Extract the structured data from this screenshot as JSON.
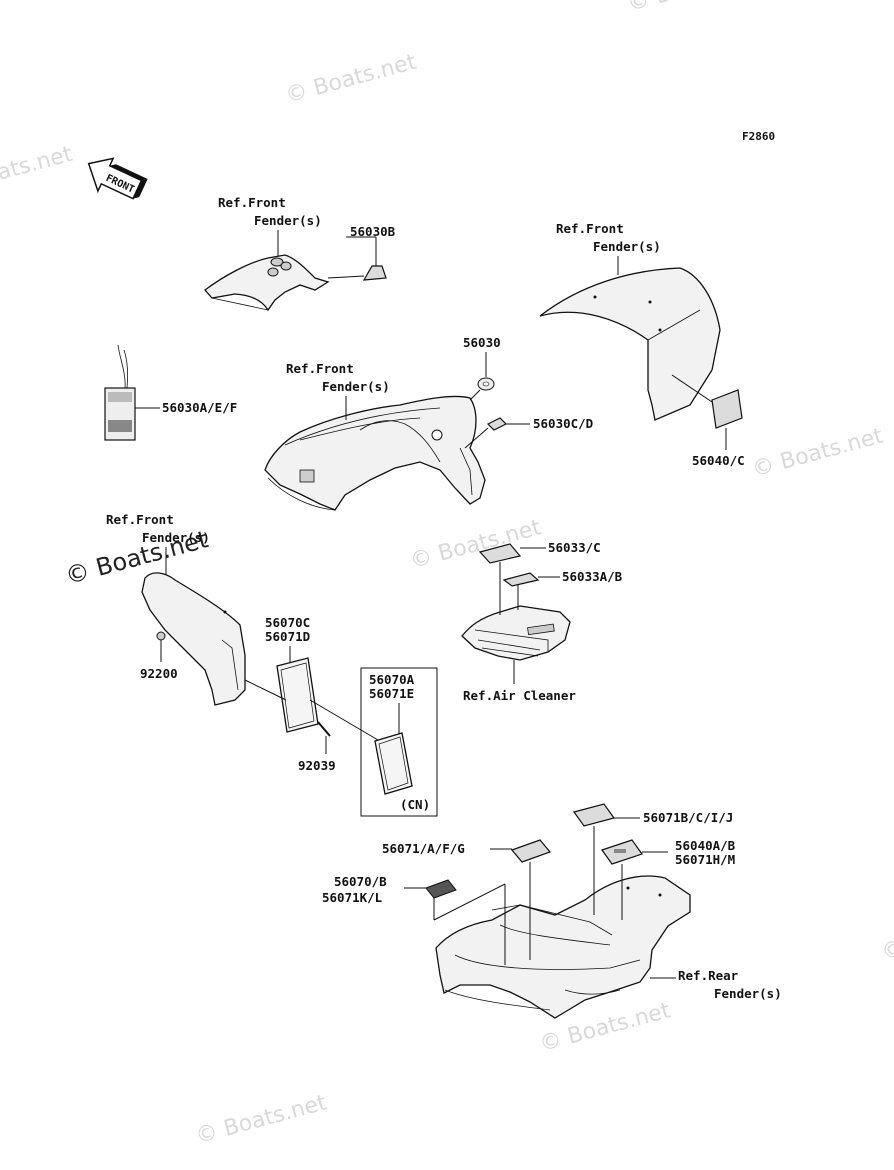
{
  "figure_code": "F2860",
  "front_arrow_label": "FRONT",
  "watermark_text": "© Boats.net",
  "labels": {
    "ref_front_fender_1": [
      "Ref.Front",
      "Fender(s)"
    ],
    "ref_front_fender_2": [
      "Ref.Front",
      "Fender(s)"
    ],
    "ref_front_fender_3": [
      "Ref.Front",
      "Fender(s)"
    ],
    "ref_front_fender_4": [
      "Ref.Front",
      "Fender(s)"
    ],
    "ref_air_cleaner": "Ref.Air Cleaner",
    "ref_rear_fender": [
      "Ref.Rear",
      "Fender(s)"
    ],
    "p56030B": "56030B",
    "p56030": "56030",
    "p56030AEF": "56030A/E/F",
    "p56030CD": "56030C/D",
    "p56040C": "56040/C",
    "p56033C": "56033/C",
    "p56033AB": "56033A/B",
    "p56070C_56071D": [
      "56070C",
      "56071D"
    ],
    "p56070A_56071E": [
      "56070A",
      "56071E"
    ],
    "cn": "(CN)",
    "p92200": "92200",
    "p92039": "92039",
    "p56071BCIJ": "56071B/C/I/J",
    "p56071AFG": "56071/A/F/G",
    "p56040AB_56071HM": [
      "56040A/B",
      "56071H/M"
    ],
    "p56070B_56071KL": [
      "56070/B",
      "56071K/L"
    ]
  }
}
